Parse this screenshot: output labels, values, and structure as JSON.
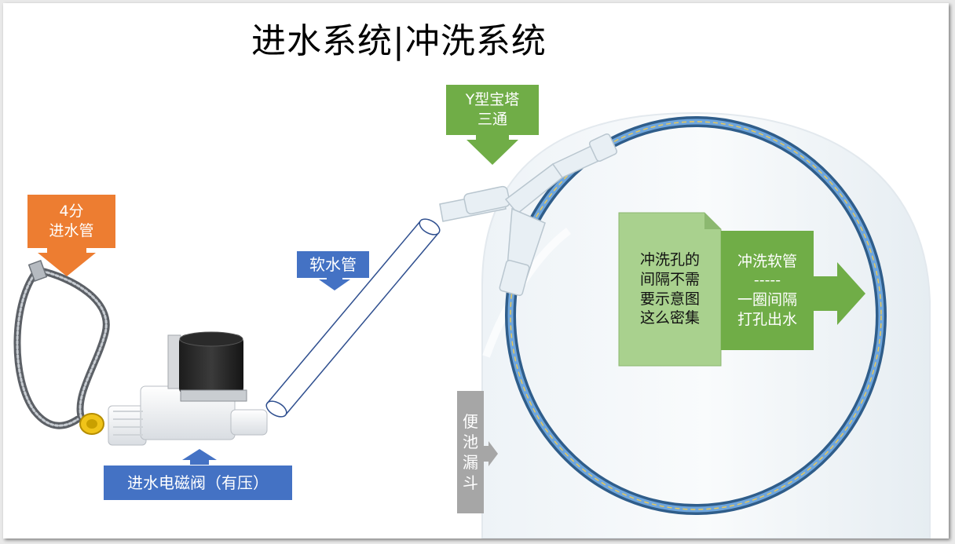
{
  "title": "进水系统|冲洗系统",
  "callouts": {
    "inlet_pipe": {
      "line1": "4分",
      "line2": "进水管",
      "color": "#ed7d31"
    },
    "solenoid_valve": {
      "text": "进水电磁阀（有压）",
      "color": "#4472c4"
    },
    "soft_pipe": {
      "text": "软水管",
      "color": "#4472c4"
    },
    "y_tee": {
      "line1": "Y型宝塔",
      "line2": "三通",
      "color": "#70ad47"
    },
    "flush_hose": {
      "line1": "冲洗软管",
      "line2": "-----",
      "line3": "一圈间隔",
      "line4": "打孔出水",
      "color": "#70ad47"
    },
    "note": {
      "line1": "冲洗孔的",
      "line2": "间隔不需",
      "line3": "要示意图",
      "line4": "这么密集",
      "color": "#a9d18e"
    },
    "funnel": {
      "line1": "便",
      "line2": "池",
      "line3": "漏",
      "line4": "斗",
      "color": "#a6a6a6"
    }
  }
}
